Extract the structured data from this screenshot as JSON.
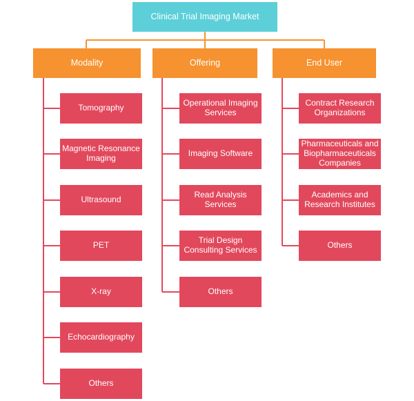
{
  "root": {
    "label": "Clinical Trial Imaging Market"
  },
  "categories": [
    {
      "label": "Modality",
      "items": [
        "Tomography",
        "Magnetic Resonance Imaging",
        "Ultrasound",
        "PET",
        "X-ray",
        "Echocardiography",
        "Others"
      ]
    },
    {
      "label": "Offering",
      "items": [
        "Operational Imaging Services",
        "Imaging Software",
        "Read Analysis Services",
        "Trial Design Consulting Services",
        "Others"
      ]
    },
    {
      "label": "End User",
      "items": [
        "Contract Research Organizations",
        "Pharmaceuticals and Biopharmaceuticals Companies",
        "Academics and Research Institutes",
        "Others"
      ]
    }
  ],
  "colors": {
    "root": "#5ccfd9",
    "category": "#f6922f",
    "leaf": "#e2485c"
  }
}
